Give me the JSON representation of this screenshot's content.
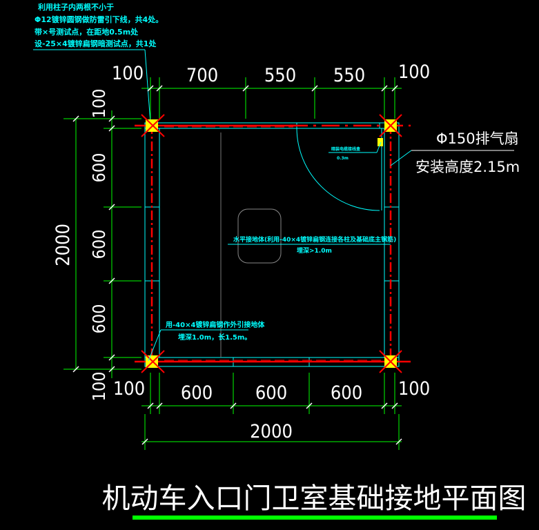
{
  "annotations": {
    "top_note_line1": "利用柱子内两根不小于",
    "top_note_line2": "Φ12镀锌圆钢做防雷引下线，共4处。",
    "top_note_line3": "带×号测试点，在距地0.5m处",
    "top_note_line4": "设-25×4镀锌扁钢暗测试点，共1处",
    "small_note_line1": "暗装电缆接线盒",
    "small_note_line2": "0.3m",
    "center_note_line1": "水平接地体(利用-40×4镀锌扁钢连接各柱及基础底主钢筋)",
    "center_note_line2": "埋深>1.0m",
    "bottom_note_line1": "用-40×4镀锌扁钢作外引接地体",
    "bottom_note_line2": "埋深1.0m，长1.5m。",
    "fan_label": "Φ150排气扇",
    "fan_height": "安装高度2.15m"
  },
  "dimensions": {
    "top": [
      "100",
      "700",
      "550",
      "550",
      "100"
    ],
    "left_overall": "2000",
    "left": [
      "100",
      "600",
      "600",
      "600",
      "100"
    ],
    "bottom": [
      "100",
      "600",
      "600",
      "600",
      "100"
    ],
    "bottom_overall": "2000"
  },
  "title": "机动车入口门卫室基础接地平面图",
  "colors": {
    "background": "#000000",
    "wall": "#00ffff",
    "dimension": "#00ff00",
    "grounding": "#ff0000",
    "column": "#ffff00",
    "title_underline": "#00ff00"
  }
}
